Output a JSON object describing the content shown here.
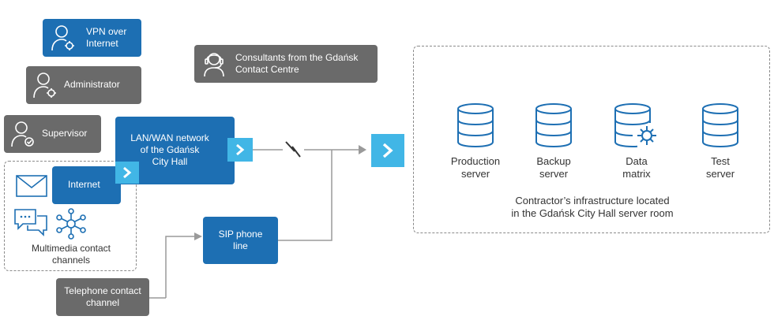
{
  "users": {
    "vpn": {
      "line1": "VPN over",
      "line2": "Internet"
    },
    "admin": {
      "label": "Administrator"
    },
    "supervisor": {
      "label": "Supervisor"
    },
    "consultants": {
      "line1": "Consultants from the Gdańsk",
      "line2": "Contact Centre"
    }
  },
  "network": {
    "lan": {
      "line1": "LAN/WAN network",
      "line2": "of the Gdańsk",
      "line3": "City Hall"
    },
    "internet": {
      "label": "Internet"
    },
    "sip": {
      "line1": "SIP phone",
      "line2": "line"
    }
  },
  "channels": {
    "multimedia": {
      "line1": "Multimedia contact",
      "line2": "channels"
    },
    "telephone": {
      "line1": "Telephone contact",
      "line2": "channel"
    }
  },
  "infrastructure": {
    "servers": [
      {
        "line1": "Production",
        "line2": "server"
      },
      {
        "line1": "Backup",
        "line2": "server"
      },
      {
        "line1": "Data",
        "line2": "matrix"
      },
      {
        "line1": "Test",
        "line2": "server"
      }
    ],
    "caption": {
      "line1": "Contractor’s infrastructure located",
      "line2": "in the Gdańsk City Hall server room"
    }
  },
  "colors": {
    "blue": "#1d6fb3",
    "gray": "#6a6a6a",
    "accent": "#41b6e6",
    "icon": "#1d6fb3"
  }
}
